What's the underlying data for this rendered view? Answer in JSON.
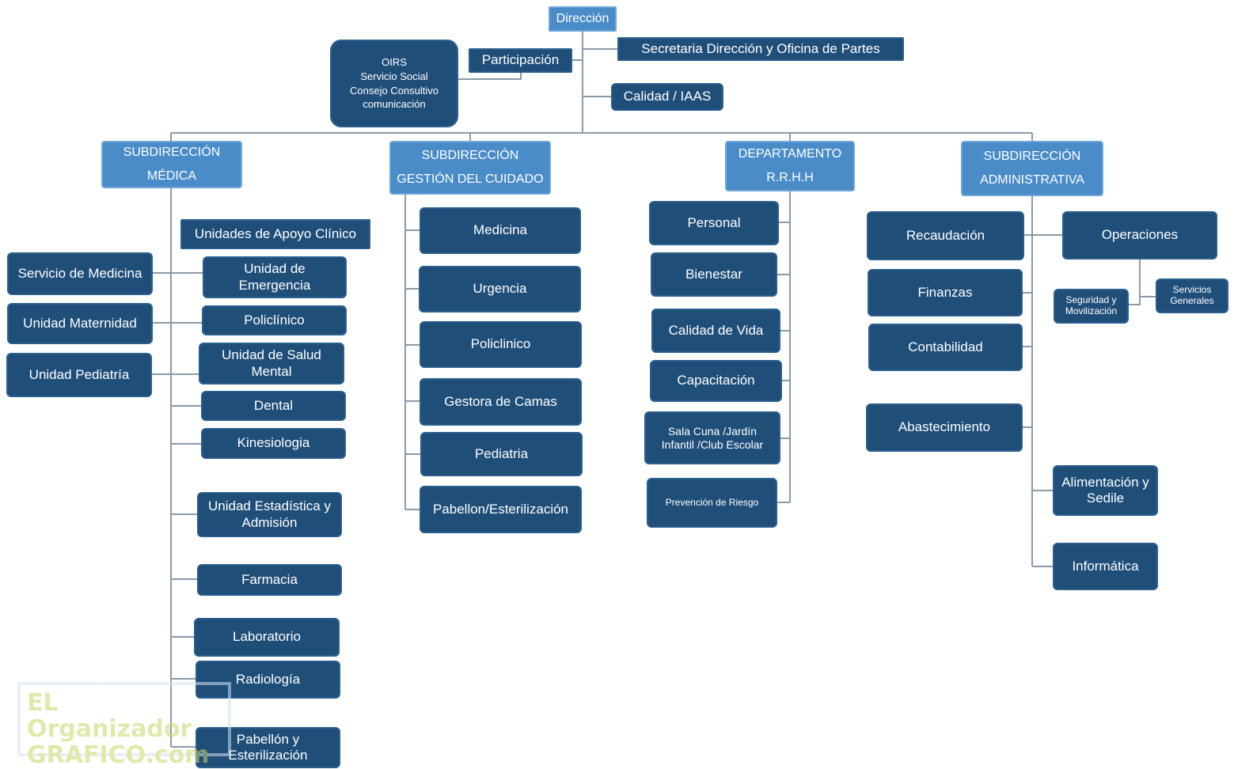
{
  "top": {
    "direccion": "Dirección",
    "oirs": "OIRS\nServicio Social\nConsejo Consultivo\ncomunicación",
    "participacion": "Participación",
    "secretaria": "Secretaria Dirección y Oficina de Partes",
    "calidad": "Calidad / IAAS"
  },
  "medica": {
    "title": "SUBDIRECCIÓN\nMÉDICA",
    "apoyo_label": "Unidades de Apoyo Clínico",
    "services": [
      "Servicio de Medicina",
      "Unidad Maternidad",
      "Unidad Pediatría"
    ],
    "units": [
      "Unidad de\nEmergencia",
      "Policlínico",
      "Unidad de Salud\nMental",
      "Dental",
      "Kinesiologia",
      "Unidad Estadística y\nAdmisión",
      "Farmacia",
      "Laboratorio",
      "Radiología",
      "Pabellón y\nEsterilización"
    ]
  },
  "cuidado": {
    "title": "SUBDIRECCIÓN\nGESTIÓN DEL CUIDADO",
    "items": [
      "Medicina",
      "Urgencia",
      "Policlinico",
      "Gestora de Camas",
      "Pediatria",
      "Pabellon/Esterilización"
    ]
  },
  "rrhh": {
    "title": "DEPARTAMENTO\nR.R.H.H",
    "items": [
      "Personal",
      "Bienestar",
      "Calidad de Vida",
      "Capacitación",
      "Sala Cuna /Jardín\nInfantil /Club Escolar",
      "Prevención de Riesgo"
    ]
  },
  "admin": {
    "title": "SUBDIRECCIÓN\nADMINISTRATIVA",
    "items": [
      "Recaudación",
      "Finanzas",
      "Contabilidad",
      "Abastecimiento"
    ],
    "operaciones": "Operaciones",
    "seguridad": "Seguridad y\nMovilización",
    "servicios_generales": "Servicios\nGenerales",
    "alimentacion": "Alimentación y\nSedile",
    "informatica": "Informática"
  },
  "watermark": "EL Organizador\nGRAFICO.com",
  "colors": {
    "dark_box": "#1f4e79",
    "light_box": "#4a8cc8",
    "line": "#8a9aa8",
    "watermark": "#c8d86a"
  }
}
